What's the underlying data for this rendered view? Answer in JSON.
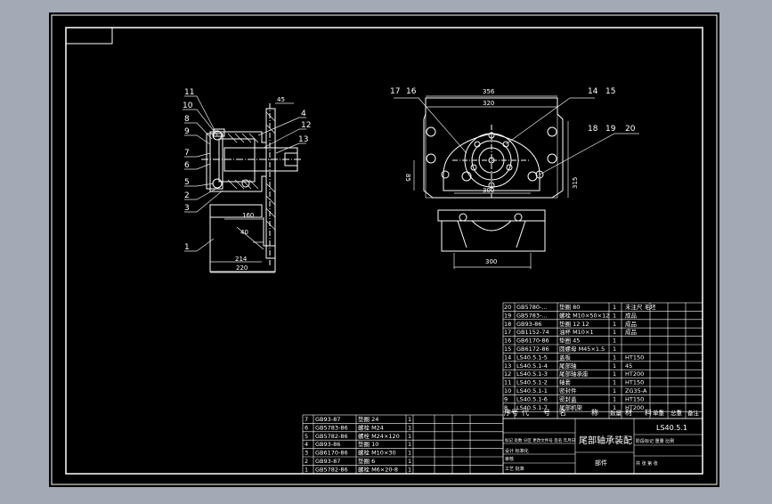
{
  "colors": {
    "background": "#a3aab6",
    "sheet": "#000000",
    "line": "#ffffff",
    "leader": "#e8e8e8"
  },
  "side_view": {
    "callouts_left": [
      "11",
      "10",
      "8",
      "9",
      "7",
      "6",
      "5",
      "2",
      "3",
      "1"
    ],
    "callouts_right": [
      "4",
      "12",
      "13"
    ],
    "dims": {
      "d45": "45",
      "d160": "160",
      "d40": "40",
      "d214": "214",
      "d220": "220"
    }
  },
  "front_view": {
    "callouts": {
      "c17": "17",
      "c16": "16",
      "c14": "14",
      "c15": "15",
      "c18": "18",
      "c19": "19",
      "c20": "20"
    },
    "dims": {
      "d356": "356",
      "d320": "320",
      "d300mid": "300",
      "d300bot": "300",
      "d85": "85",
      "d315": "315"
    }
  },
  "bom_upper": [
    {
      "no": "20",
      "code": "GB5780-...",
      "name": "垫圈 80",
      "qty": "1",
      "material": "未注尺 毛坯"
    },
    {
      "no": "19",
      "code": "GB5783-...",
      "name": "螺栓 M10×50×12",
      "qty": "1",
      "material": "成品"
    },
    {
      "no": "18",
      "code": "GB93-86",
      "name": "垫圈 12 12",
      "qty": "1",
      "material": "成品"
    },
    {
      "no": "17",
      "code": "GB1152-74",
      "name": "油杯 M10×1",
      "qty": "1",
      "material": "成品"
    },
    {
      "no": "16",
      "code": "GB6170-86",
      "name": "垫圈 45",
      "qty": "1",
      "material": ""
    },
    {
      "no": "15",
      "code": "GB6172-86",
      "name": "圆螺母 M45×1.5",
      "qty": "1",
      "material": ""
    },
    {
      "no": "14",
      "code": "LS40.5.1-5",
      "name": "盖板",
      "qty": "1",
      "material": "HT150"
    },
    {
      "no": "13",
      "code": "LS40.5.1-4",
      "name": "尾部轴",
      "qty": "1",
      "material": "45"
    },
    {
      "no": "12",
      "code": "LS40.5.1-3",
      "name": "尾部轴承座",
      "qty": "1",
      "material": "HT200"
    },
    {
      "no": "11",
      "code": "LS40.5.1-2",
      "name": "轴套",
      "qty": "1",
      "material": "HT150"
    },
    {
      "no": "10",
      "code": "LS40.5.1-1",
      "name": "密封件",
      "qty": "1",
      "material": "ZG35-A"
    },
    {
      "no": "9",
      "code": "LS40.5.1-6",
      "name": "密封盖",
      "qty": "1",
      "material": "HT150"
    },
    {
      "no": "8",
      "code": "LS40.5.1-7",
      "name": "尾部机架",
      "qty": "1",
      "material": "HT200"
    }
  ],
  "bom_lower": [
    {
      "no": "7",
      "code": "GB93-87",
      "name": "垫圈 24",
      "qty": "1"
    },
    {
      "no": "6",
      "code": "GB5783-86",
      "name": "螺栓 M24",
      "qty": "1"
    },
    {
      "no": "5",
      "code": "GB5782-86",
      "name": "螺栓 M24×120",
      "qty": "1"
    },
    {
      "no": "4",
      "code": "GB93-86",
      "name": "垫圈 10",
      "qty": "1"
    },
    {
      "no": "3",
      "code": "GB6170-86",
      "name": "螺栓 M10×30",
      "qty": "1"
    },
    {
      "no": "2",
      "code": "GB93-87",
      "name": "垫圈 6",
      "qty": "1"
    },
    {
      "no": "1",
      "code": "GB5782-86",
      "name": "螺栓 M6×20-8",
      "qty": "1"
    }
  ],
  "bom_header": {
    "h_no": "序号",
    "h_code": "代",
    "h_code2": "号",
    "h_name": "名",
    "h_name2": "称",
    "h_qty": "数量",
    "h_material": "材",
    "h_material2": "料",
    "h_unitweight": "单重",
    "h_totalweight": "总重",
    "h_remark": "备注"
  },
  "title_block": {
    "drawing_no": "LS40.5.1",
    "title": "尾部轴承装配",
    "subtitle": "部件",
    "row1": "标记 处数 分区 更改文件号 签名 年月日",
    "row2": "设计 标准化",
    "row3": "审核",
    "row4": "工艺 批准",
    "stage": "阶段标记 重量 比例",
    "sheet": "共  张  第  张"
  }
}
